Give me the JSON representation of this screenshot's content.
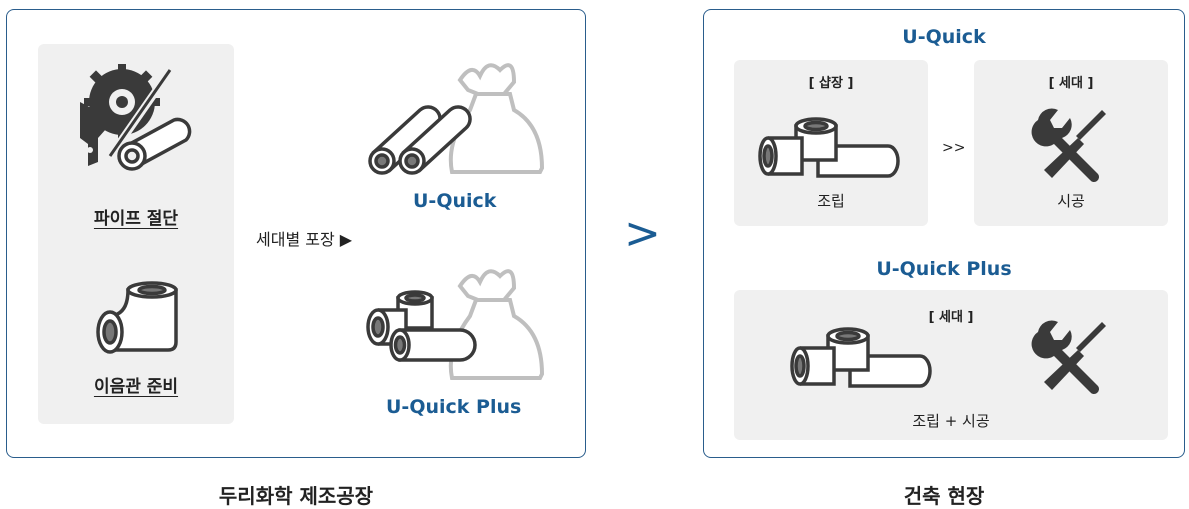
{
  "factory": {
    "caption": "두리화학 제조공장",
    "prep": {
      "cut_label": "파이프 절단",
      "fitting_label": "이음관 준비"
    },
    "packing_label": "세대별 포장 ▶",
    "products": [
      {
        "name": "U-Quick"
      },
      {
        "name": "U-Quick Plus"
      }
    ]
  },
  "arrow": ">",
  "site": {
    "caption": "건축 현장",
    "uquick": {
      "title": "U-Quick",
      "step1": {
        "header": "[ 샵장 ]",
        "label": "조립"
      },
      "sep": ">>",
      "step2": {
        "header": "[ 세대 ]",
        "label": "시공"
      }
    },
    "uquick_plus": {
      "title": "U-Quick Plus",
      "step": {
        "header": "[ 세대 ]",
        "label": "조립 + 시공"
      }
    }
  },
  "colors": {
    "accent": "#1b5c93",
    "border": "#2a5d8c",
    "box_bg": "#f0f0f0"
  },
  "icons": [
    "saw-pipe-icon",
    "elbow-fitting-icon",
    "pipe-pair-icon",
    "bag-icon",
    "tee-fitting-icon",
    "tools-icon"
  ]
}
